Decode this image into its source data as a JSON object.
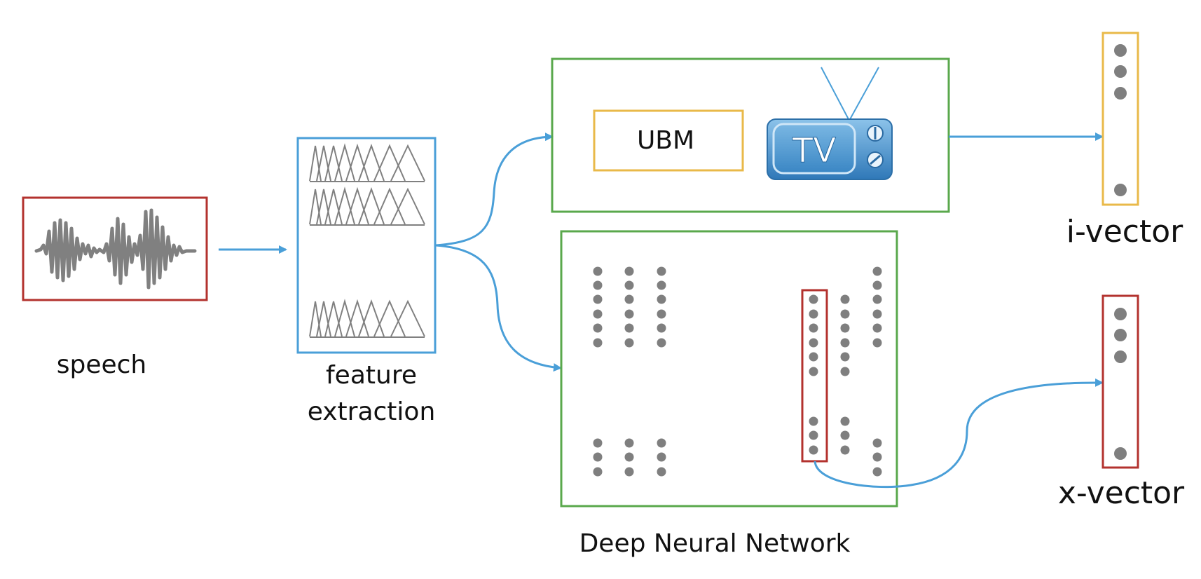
{
  "labels": {
    "speech": "speech",
    "feature_line1": "feature",
    "feature_line2": "extraction",
    "ubm": "UBM",
    "tv": "TV",
    "dnn": "Deep Neural Network",
    "ivector": "i-vector",
    "xvector": "x-vector"
  },
  "colors": {
    "arrow": "#4a9fd8",
    "speech_box": "#b3322e",
    "feature_box": "#4a9fd8",
    "green_box": "#5aa84c",
    "ubm_box": "#e9b949",
    "ivector_box": "#e9b949",
    "xvector_box": "#b3322e",
    "node": "#7f7f7f",
    "waveform": "#808080",
    "tv_body": "#3f8cc9"
  },
  "icons": [
    "waveform-icon",
    "filterbank-icon",
    "tv-icon",
    "arrow-icon"
  ]
}
